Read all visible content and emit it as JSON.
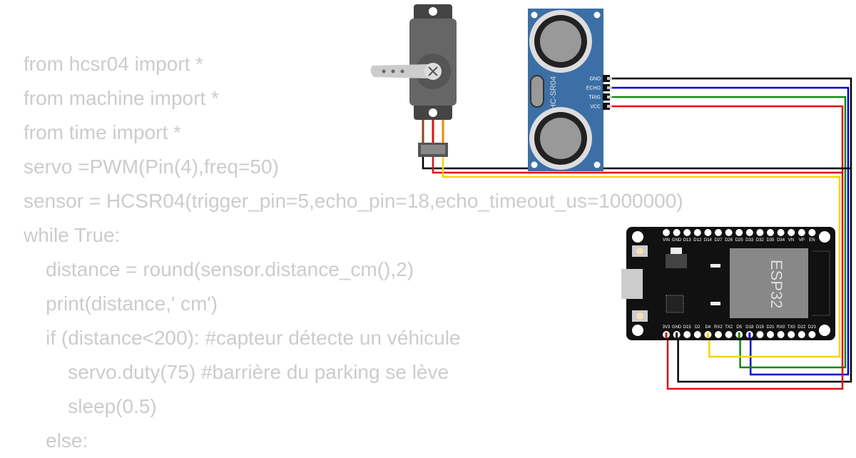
{
  "code_lines": [
    "from hcsr04 import *",
    "from machine import *",
    "from time import *",
    "servo =PWM(Pin(4),freq=50)",
    "sensor = HCSR04(trigger_pin=5,echo_pin=18,echo_timeout_us=1000000)",
    "while True:",
    "    distance = round(sensor.distance_cm(),2)",
    "    print(distance,' cm')",
    "    if (distance<200): #capteur détecte un véhicule",
    "        servo.duty(75) #barrière du parking se lève",
    "        sleep(0.5)",
    "    else:"
  ],
  "esp32": {
    "label": "ESP32",
    "top_pins": [
      "VIN",
      "GND",
      "D13",
      "D12",
      "D14",
      "D27",
      "D26",
      "D25",
      "D33",
      "D32",
      "D35",
      "D34",
      "VN",
      "VP",
      "EN"
    ],
    "bottom_pins": [
      "3V3",
      "GND",
      "D15",
      "D2",
      "D4",
      "RX2",
      "TX2",
      "D5",
      "D18",
      "D19",
      "D21",
      "RX0",
      "TX0",
      "D22",
      "D23"
    ]
  },
  "sensor": {
    "label": "HC-SR04",
    "pins": [
      "GND",
      "ECHO",
      "TRIG",
      "VCC"
    ]
  },
  "wire_colors": {
    "gnd": "#000000",
    "echo": "#0000cc",
    "trig": "#118811",
    "vcc": "#dd1111",
    "signal": "#f5d400",
    "servo_brown": "#8a4b1a",
    "servo_orange": "#f08a00"
  }
}
